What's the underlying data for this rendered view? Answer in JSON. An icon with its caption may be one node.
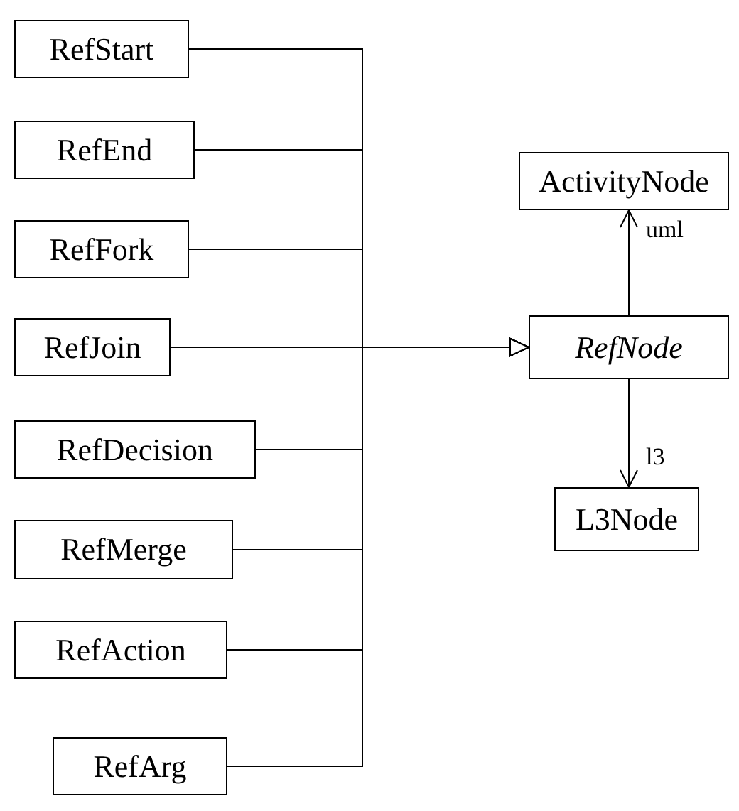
{
  "diagram": {
    "nodes": [
      {
        "text": [
          "RefStart"
        ]
      },
      {
        "text": [
          "RefEnd"
        ]
      },
      {
        "text": [
          "RefFork"
        ]
      },
      {
        "text": [
          "RefJoin"
        ]
      },
      {
        "text": [
          "RefDecision"
        ]
      },
      {
        "text": [
          "RefMerge"
        ]
      },
      {
        "text": [
          "RefAction"
        ]
      },
      {
        "text": [
          "RefArg"
        ]
      },
      {
        "text": [
          "ActivityNode"
        ]
      },
      {
        "text": [
          "RefNode"
        ]
      },
      {
        "text": [
          "L3Node"
        ]
      }
    ],
    "edges": [
      {
        "from": 0,
        "to": 9,
        "arrow": "to"
      },
      {
        "from": 1,
        "to": 9,
        "arrow": "to"
      },
      {
        "from": 2,
        "to": 9,
        "arrow": "to"
      },
      {
        "from": 3,
        "to": 9,
        "arrow": "to"
      },
      {
        "from": 4,
        "to": 9,
        "arrow": "to"
      },
      {
        "from": 5,
        "to": 9,
        "arrow": "to"
      },
      {
        "from": 6,
        "to": 9,
        "arrow": "to"
      },
      {
        "from": 7,
        "to": 9,
        "arrow": "to"
      },
      {
        "from": 9,
        "to": 8,
        "arrow": "to",
        "label": "uml"
      },
      {
        "from": 9,
        "to": 10,
        "arrow": "to",
        "label": "l3"
      }
    ]
  }
}
